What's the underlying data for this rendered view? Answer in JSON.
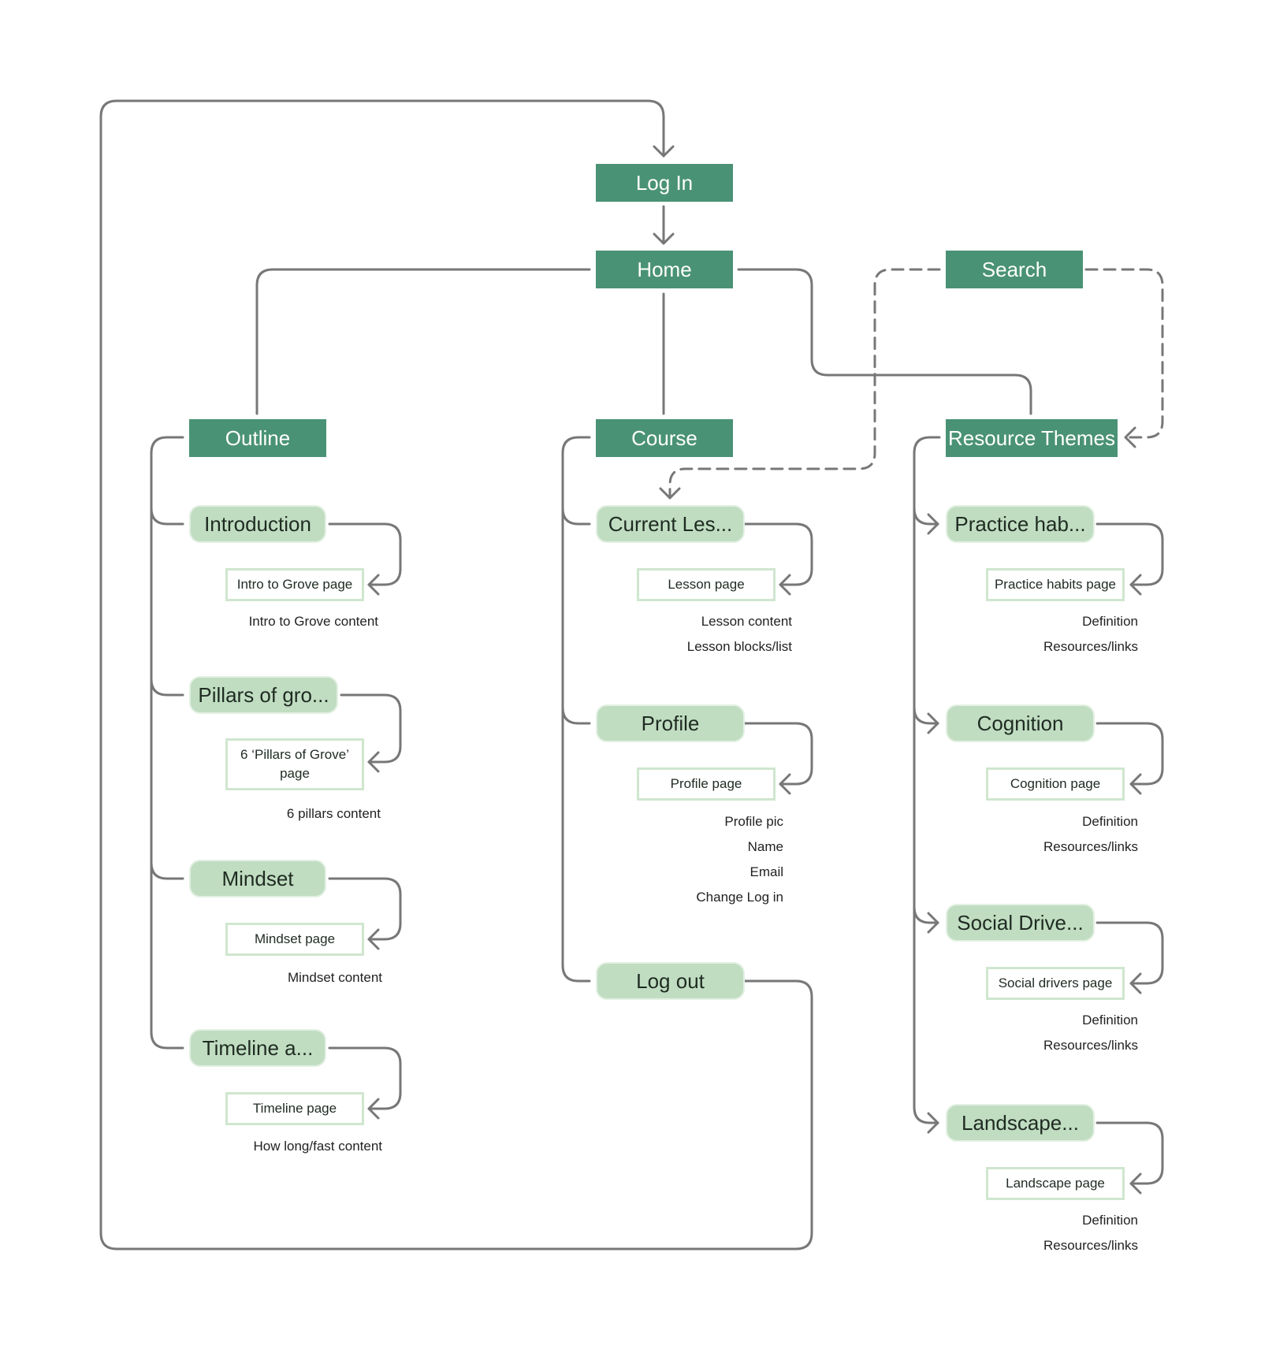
{
  "main": {
    "login": "Log In",
    "home": "Home",
    "search": "Search",
    "outline": "Outline",
    "course": "Course",
    "resources": "Resource Themes"
  },
  "outline": {
    "introduction": {
      "label": "Introduction",
      "page": "Intro to Grove page",
      "notes": [
        "Intro to Grove content"
      ]
    },
    "pillars": {
      "label": "Pillars of gro...",
      "page": "6 ‘Pillars of Grove’ page",
      "notes": [
        "6 pillars content"
      ]
    },
    "mindset": {
      "label": "Mindset",
      "page": "Mindset page",
      "notes": [
        "Mindset content"
      ]
    },
    "timeline": {
      "label": "Timeline a...",
      "page": "Timeline page",
      "notes": [
        "How long/fast content"
      ]
    }
  },
  "course": {
    "current": {
      "label": "Current Les...",
      "page": "Lesson page",
      "notes": [
        "Lesson content",
        "Lesson blocks/list"
      ]
    },
    "profile": {
      "label": "Profile",
      "page": "Profile page",
      "notes": [
        "Profile pic",
        "Name",
        "Email",
        "Change Log in"
      ]
    },
    "logout": {
      "label": "Log out"
    }
  },
  "resources": {
    "practice": {
      "label": "Practice hab...",
      "page": "Practice habits page",
      "notes": [
        "Definition",
        "Resources/links"
      ]
    },
    "cognition": {
      "label": "Cognition",
      "page": "Cognition page",
      "notes": [
        "Definition",
        "Resources/links"
      ]
    },
    "social": {
      "label": "Social Drive...",
      "page": "Social drivers page",
      "notes": [
        "Definition",
        "Resources/links"
      ]
    },
    "landscape": {
      "label": "Landscape...",
      "page": "Landscape page",
      "notes": [
        "Definition",
        "Resources/links"
      ]
    }
  },
  "colors": {
    "main": "#4a9275",
    "section": "#c0ddc1",
    "page_border": "#cfe6cf",
    "connector": "#777777"
  }
}
